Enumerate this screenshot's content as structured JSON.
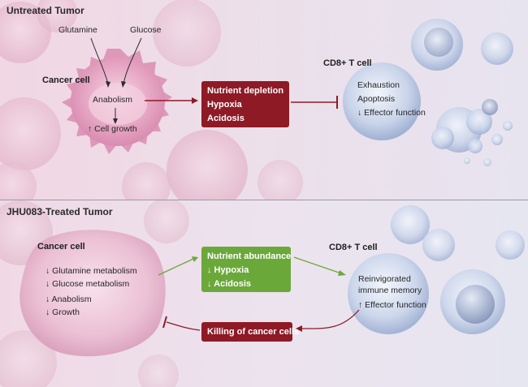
{
  "top": {
    "title": "Untreated Tumor",
    "cancer_cell_label": "Cancer cell",
    "glutamine": "Glutamine",
    "glucose": "Glucose",
    "anabolism": "Anabolism",
    "cell_growth": "↑ Cell growth",
    "red_box": [
      "Nutrient depletion",
      "Hypoxia",
      "Acidosis"
    ],
    "tcell_label": "CD8+ T cell",
    "tcell_effects": [
      "Exhaustion",
      "Apoptosis",
      "↓ Effector function"
    ]
  },
  "bottom": {
    "title": "JHU083-Treated Tumor",
    "cancer_cell_label": "Cancer cell",
    "cancer_effects": [
      "↓ Glutamine metabolism",
      "↓ Glucose metabolism",
      "↓ Anabolism",
      "↓ Growth"
    ],
    "green_box": [
      "Nutrient abundance",
      "↓ Hypoxia",
      "↓ Acidosis"
    ],
    "tcell_label": "CD8+ T cell",
    "tcell_effects": [
      "Reinvigorated",
      "immune memory",
      "↑ Effector function"
    ],
    "killing_box": "Killing of cancer cells"
  },
  "colors": {
    "inhibit_red": "#8e1a25",
    "promote_green": "#6ba83a",
    "cancer_pink": "#e9a7c4",
    "tcell_blue": "#c7d3ea"
  }
}
